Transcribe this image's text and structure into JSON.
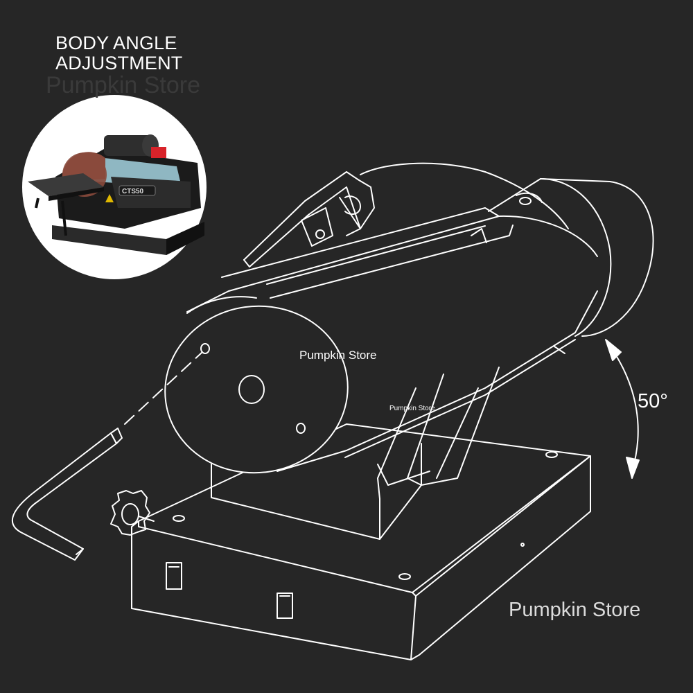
{
  "caption": {
    "line1": "BODY ANGLE",
    "line2": "ADJUSTMENT"
  },
  "watermark": {
    "top": "Pumpkin Store",
    "center": "Pumpkin Store",
    "small": "Pumpkin Store",
    "bottom": "Pumpkin Store"
  },
  "diagram": {
    "tilt_angle": "50°"
  },
  "inset": {
    "badge_text": "CTS50"
  },
  "colors": {
    "background": "#262626",
    "line": "#ffffff",
    "disc": "#8a4a3c",
    "belt_cover": "#8fb7c2",
    "warning": "#e0b800",
    "switch": "#d8232a"
  }
}
